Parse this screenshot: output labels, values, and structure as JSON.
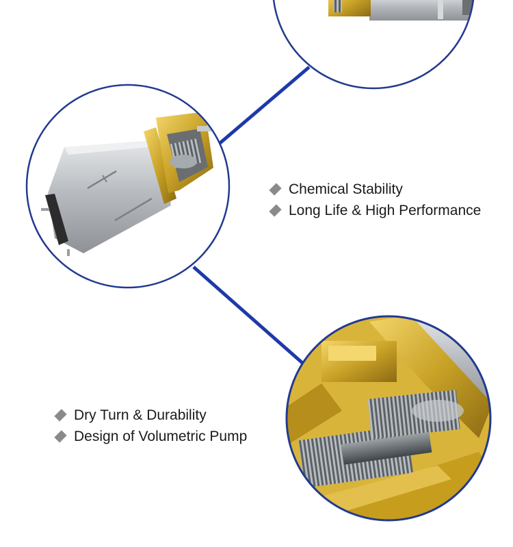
{
  "features_top": [
    {
      "label": "Chemical Stability"
    },
    {
      "label": "Long Life & High Performance"
    }
  ],
  "features_bottom": [
    {
      "label": "Dry Turn & Durability"
    },
    {
      "label": "Design of Volumetric Pump"
    }
  ],
  "colors": {
    "connector": "#1e3aa8",
    "circle_border": "#223a8f",
    "brass": "#c9a227",
    "steel": "#b8bcc0",
    "bullet": "#8a8a8a"
  },
  "icons": {
    "bullet": "diamond-bullet-icon"
  }
}
